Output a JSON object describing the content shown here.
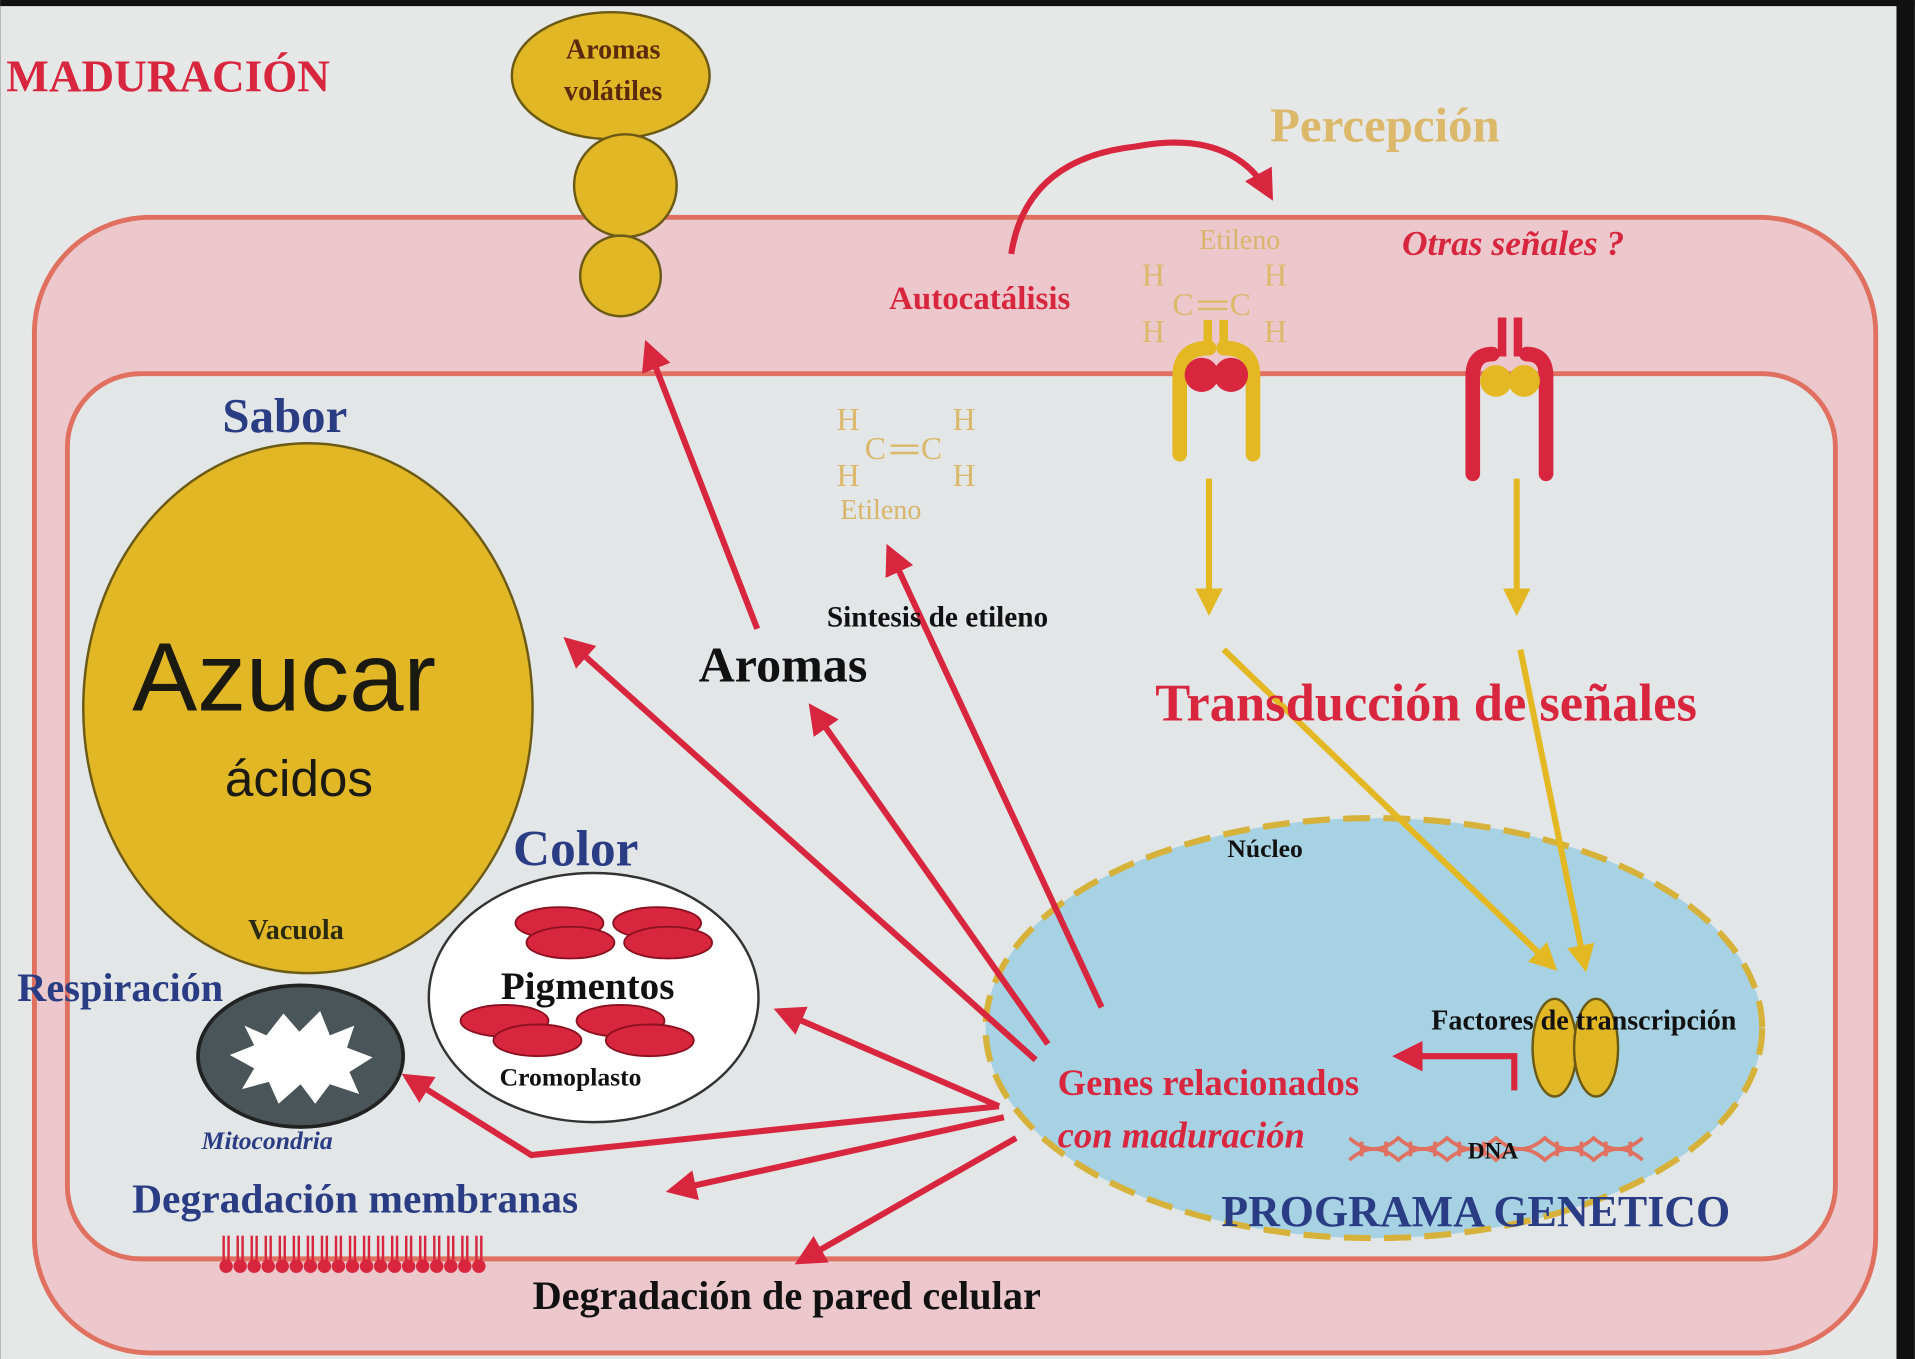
{
  "title": "MADURACIÓN",
  "aromas_volatiles": [
    "Aromas",
    "volátiles"
  ],
  "percepcion": "Percepción",
  "autocatalisis": "Autocatálisis",
  "etileno_membrane": "Etileno",
  "otras_senales": "Otras señales ?",
  "sabor": "Sabor",
  "azucar": "Azucar",
  "acidos": "ácidos",
  "vacuola": "Vacuola",
  "etileno_cell": "Etileno",
  "sintesis_etileno": "Sintesis de etileno",
  "aromas": "Aromas",
  "transduccion": "Transducción de señales",
  "color": "Color",
  "pigmentos": "Pigmentos",
  "cromoplasto": "Cromoplasto",
  "respiracion": "Respiración",
  "mitocondria": "Mitocondria",
  "nucleo": "Núcleo",
  "factores": "Factores de transcripción",
  "genes_line1": "Genes relacionados",
  "genes_line2": "con maduración",
  "dna": "DNA",
  "programa": "PROGRAMA GENETICO",
  "degradacion_membranas": "Degradación membranas",
  "degradacion_pared": "Degradación de pared celular",
  "ethylene_atoms": {
    "h": "H",
    "c": "C"
  },
  "colors": {
    "background": "#e6e8e8",
    "wall_fill": "#ecc8cd",
    "cell_fill": "#e3e6e6",
    "membrane": "#e0705f",
    "red": "#d8263e",
    "yellow": "#e3b823",
    "gold": "#e2b725",
    "blue_title": "#2a3c84",
    "nucleus": "#a6d2e4",
    "mitochondrion": "#4a555a"
  }
}
